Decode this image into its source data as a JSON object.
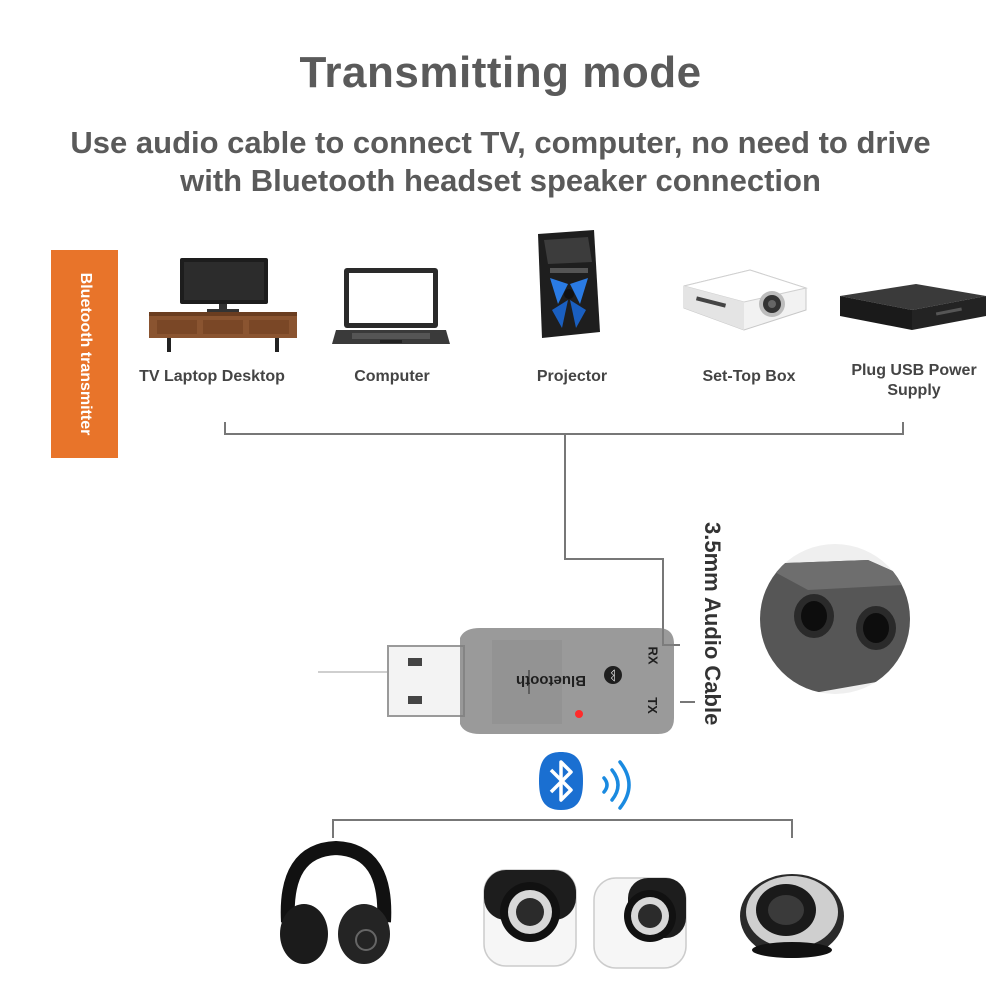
{
  "title": "Transmitting mode",
  "subtitle": "Use audio cable to connect TV, computer, no need to drive with Bluetooth headset speaker connection",
  "side_tag": "Bluetooth transmitter",
  "devices": [
    {
      "label": "TV Laptop Desktop",
      "icon": "tv-cabinet-icon"
    },
    {
      "label": "Computer",
      "icon": "laptop-icon"
    },
    {
      "label": "Projector",
      "icon": "pc-tower-icon"
    },
    {
      "label": "Set-Top Box",
      "icon": "projector-icon"
    },
    {
      "label": "Plug USB Power Supply",
      "icon": "set-top-box-icon"
    }
  ],
  "cable_label": "3.5mm Audio Cable",
  "adapter": {
    "brand": "Bluetooth",
    "port_rx": "RX",
    "port_tx": "TX"
  },
  "outputs": [
    {
      "icon": "headphones-icon"
    },
    {
      "icon": "speakers-icon"
    },
    {
      "icon": "round-speaker-icon"
    }
  ],
  "colors": {
    "heading": "#5a5a5a",
    "tag_background": "#e8742a",
    "bluetooth_blue": "#1a6fd1",
    "line": "#777777"
  }
}
